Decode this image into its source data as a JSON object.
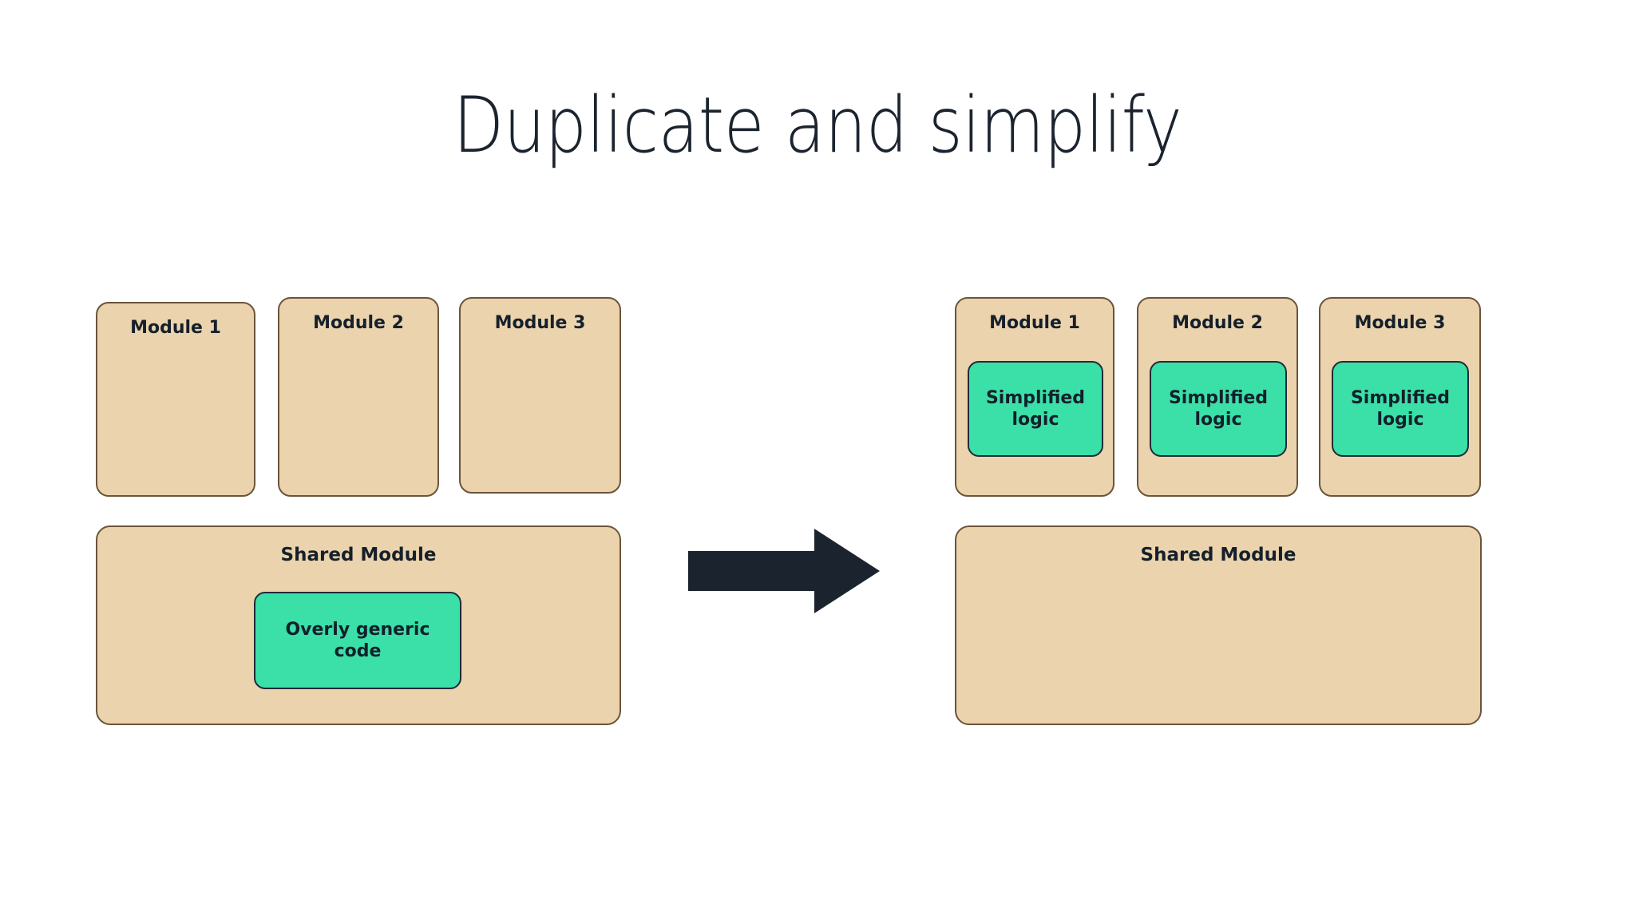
{
  "slide": {
    "title": "Duplicate and simplify",
    "background_color": "#ffffff"
  },
  "colors": {
    "module_fill": "#ebd3ae",
    "module_border": "#6b543a",
    "logic_fill": "#3bdfa8",
    "logic_border": "#1f2b36",
    "text": "#16202a",
    "arrow": "#1b242e"
  },
  "before": {
    "modules": [
      {
        "label": "Module 1",
        "content": null
      },
      {
        "label": "Module 2",
        "content": null
      },
      {
        "label": "Module 3",
        "content": null
      }
    ],
    "shared_module": {
      "label": "Shared Module",
      "content": "Overly generic code"
    }
  },
  "transition": {
    "icon": "right-arrow-icon",
    "direction": "right"
  },
  "after": {
    "modules": [
      {
        "label": "Module 1",
        "content": "Simplified logic"
      },
      {
        "label": "Module 2",
        "content": "Simplified logic"
      },
      {
        "label": "Module 3",
        "content": "Simplified logic"
      }
    ],
    "shared_module": {
      "label": "Shared Module",
      "content": ""
    }
  }
}
